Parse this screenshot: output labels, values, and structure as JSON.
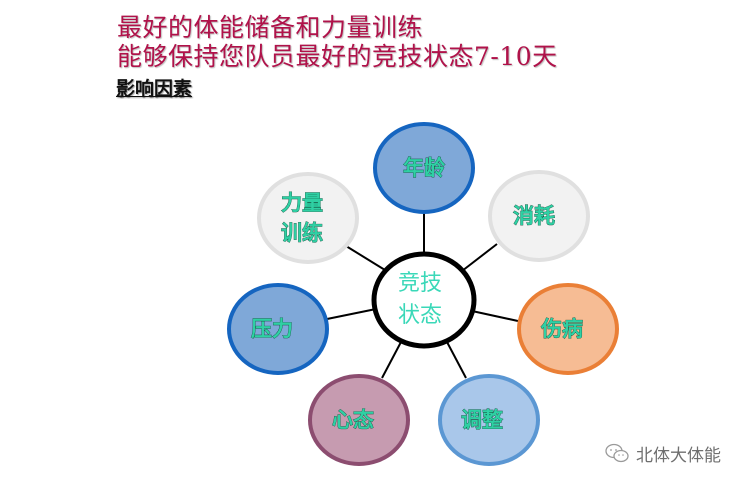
{
  "header": {
    "line1": "最好的体能储备和力量训练",
    "line2": "能够保持您队员最好的竞技状态7-10天",
    "subtitle": "影响因素"
  },
  "diagram": {
    "center": {
      "line1": "竞技",
      "line2": "状态",
      "border": "#000000",
      "fill": "#ffffff"
    },
    "nodes": [
      {
        "id": "age",
        "line1": "年龄",
        "line2": "",
        "fill": "#7fa8d8",
        "border": "#1565c0"
      },
      {
        "id": "consumption",
        "line1": "消耗",
        "line2": "",
        "fill": "#f2f2f2",
        "border": "#e0e0e0"
      },
      {
        "id": "injury",
        "line1": "伤病",
        "line2": "",
        "fill": "#f6bc94",
        "border": "#ea7f36"
      },
      {
        "id": "adjustment",
        "line1": "调整",
        "line2": "",
        "fill": "#a9c7ea",
        "border": "#5b97d3"
      },
      {
        "id": "mentality",
        "line1": "心态",
        "line2": "",
        "fill": "#c69bb0",
        "border": "#8c4d70"
      },
      {
        "id": "pressure",
        "line1": "压力",
        "line2": "",
        "fill": "#7fa8d8",
        "border": "#1565c0"
      },
      {
        "id": "strength-training",
        "line1": "力量",
        "line2": "训练",
        "fill": "#f2f2f2",
        "border": "#e0e0e0"
      }
    ]
  },
  "watermark": {
    "text": "北体大体能",
    "icon": "wechat-icon"
  }
}
